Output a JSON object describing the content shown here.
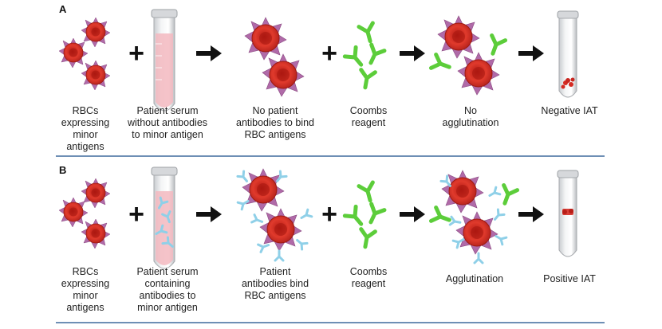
{
  "panels": [
    {
      "letter": "A",
      "captions": {
        "rbc": "RBCs\nexpressing\nminor\nantigens",
        "serum": "Patient serum\nwithout antibodies\nto minor antigen",
        "binding": "No patient\nantibodies to bind\nRBC antigens",
        "reagent": "Coombs\nreagent",
        "outcome": "No\nagglutination",
        "result": "Negative IAT"
      }
    },
    {
      "letter": "B",
      "captions": {
        "rbc": "RBCs\nexpressing\nminor\nantigens",
        "serum": "Patient serum\ncontaining\nantibodies to\nminor antigen",
        "binding": "Patient\nantibodies bind\nRBC antigens",
        "reagent": "Coombs\nreagent",
        "outcome": "Agglutination",
        "result": "Positive IAT"
      }
    }
  ],
  "symbols": {
    "plus": "+"
  },
  "colors": {
    "rbc": "#d42a22",
    "rbc_dark": "#a31812",
    "antigen": "#b06aa8",
    "coombs": "#5ccd3a",
    "patient_antibody": "#8fd0e8",
    "rule": "#6e8fb5"
  }
}
